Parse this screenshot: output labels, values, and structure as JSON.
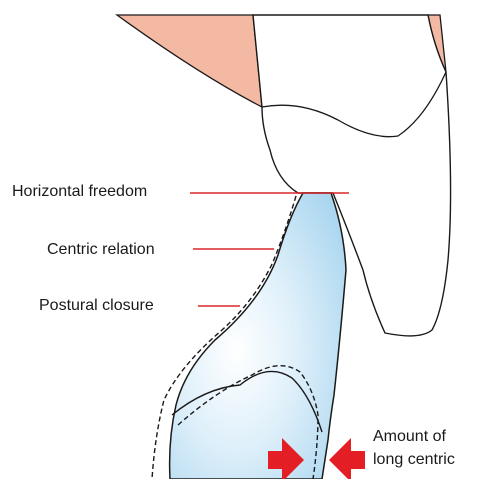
{
  "labels": {
    "horizontal_freedom": "Horizontal freedom",
    "centric_relation": "Centric relation",
    "postural_closure": "Postural closure",
    "long_centric_line1": "Amount of",
    "long_centric_line2": "long centric"
  },
  "colors": {
    "gum_pink": "#f4b9a2",
    "lower_tooth_fill": "#c6e4f4",
    "leader_line_red": "#d8282b",
    "arrow_red": "#e31e24",
    "outline": "#1a1a1a"
  },
  "icons": {
    "left_arrow": "red-arrow-right-icon",
    "right_arrow": "red-arrow-left-icon"
  }
}
